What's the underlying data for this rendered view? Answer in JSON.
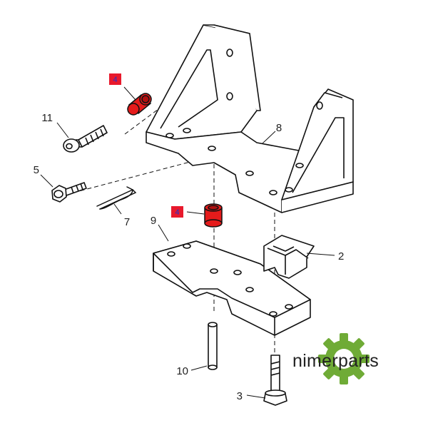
{
  "parts": [
    {
      "number": "11"
    },
    {
      "number": "5"
    },
    {
      "number": "7"
    },
    {
      "number": "9"
    },
    {
      "number": "8"
    },
    {
      "number": "2"
    },
    {
      "number": "10"
    },
    {
      "number": "3"
    }
  ],
  "highlighted": [
    {
      "number": "4"
    },
    {
      "number": "4"
    }
  ],
  "brand": {
    "text": "nimerparts",
    "icon": "gear-icon",
    "gear_color": "#6fab36"
  },
  "colors": {
    "highlight_part": "#e51b1b",
    "highlight_tag": "#e8192c",
    "line": "#111111"
  }
}
